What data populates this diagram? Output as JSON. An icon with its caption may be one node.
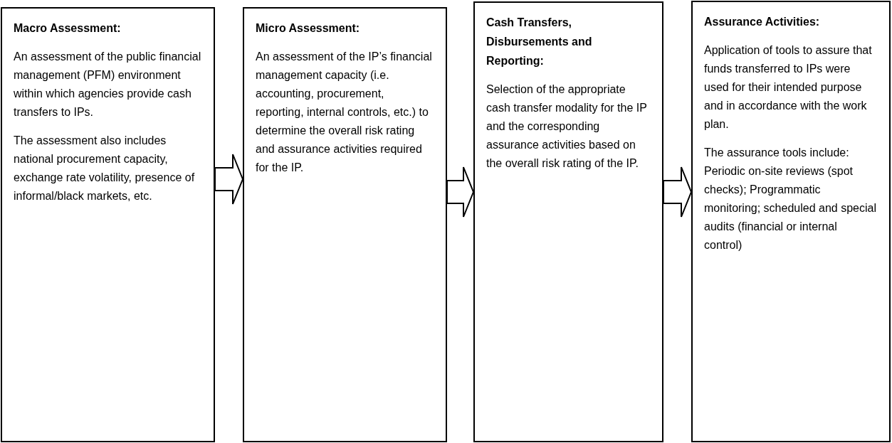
{
  "diagram": {
    "nodes": [
      {
        "text": [
          "Macro Assessment:",
          "An assessment of the public financial management (PFM) environment within which agencies provide cash transfers to IPs.",
          "The assessment also includes national procurement capacity, exchange rate volatility, presence of informal/black markets, etc."
        ]
      },
      {
        "text": [
          "Micro Assessment:",
          "An assessment of the IP’s financial management capacity (i.e. accounting, procurement, reporting, internal controls, etc.) to determine the overall risk rating and assurance activities required for the IP."
        ]
      },
      {
        "text": [
          "Cash Transfers, Disbursements and Reporting:",
          "Selection of the appropriate cash transfer modality for the IP and the corresponding assurance activities based on the overall risk rating of the IP."
        ]
      },
      {
        "text": [
          "Assurance Activities:",
          "Application of tools to assure that funds transferred to IPs were used for their intended purpose and in accordance with the work plan.",
          "The assurance tools include: Periodic on-site reviews (spot checks); Programmatic monitoring; scheduled and special audits (financial or internal control)"
        ]
      }
    ],
    "edges": [
      {
        "from": 0,
        "to": 1,
        "arrow": "to"
      },
      {
        "from": 1,
        "to": 2,
        "arrow": "to"
      },
      {
        "from": 2,
        "to": 3,
        "arrow": "to"
      }
    ]
  }
}
